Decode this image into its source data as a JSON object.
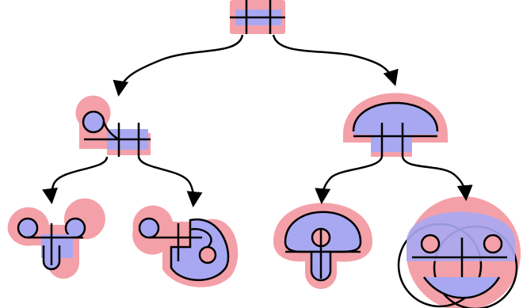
{
  "diagram": {
    "colors": {
      "background": "#ffffff",
      "outer_band": "#f4a0a8",
      "inner_band": "#a8a8f2",
      "stroke": "#000000",
      "arrow": "#000000"
    },
    "nodes": [
      {
        "id": "root",
        "kind": "crossing-pair",
        "level": 0
      },
      {
        "id": "left",
        "kind": "loop-plus-crossing-pair",
        "level": 1
      },
      {
        "id": "right",
        "kind": "dome-over-crossing-pair",
        "level": 1
      },
      {
        "id": "left-left",
        "kind": "three-lobe-tree",
        "level": 2
      },
      {
        "id": "left-right",
        "kind": "lobes-with-spiral",
        "level": 2
      },
      {
        "id": "right-left",
        "kind": "dome-with-inner-loop",
        "level": 2
      },
      {
        "id": "right-right",
        "kind": "overlapping-rings",
        "level": 2
      }
    ],
    "edges": [
      {
        "from": "root",
        "to": "left"
      },
      {
        "from": "root",
        "to": "right"
      },
      {
        "from": "left",
        "to": "left-left"
      },
      {
        "from": "left",
        "to": "left-right"
      },
      {
        "from": "right",
        "to": "right-left"
      },
      {
        "from": "right",
        "to": "right-right"
      }
    ]
  }
}
